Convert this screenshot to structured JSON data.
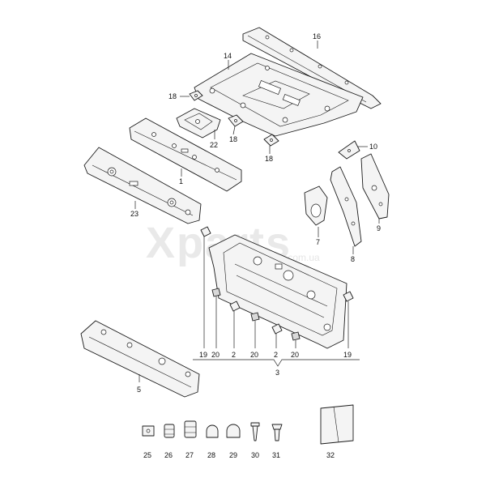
{
  "watermark": {
    "brand": "Xparts",
    "domain": ".com.ua"
  },
  "callouts": {
    "p16": "16",
    "p14": "14",
    "p18a": "18",
    "p22": "22",
    "p18b": "18",
    "p18c": "18",
    "p1": "1",
    "p23": "23",
    "p10": "10",
    "p7": "7",
    "p8": "8",
    "p9": "9",
    "p19a": "19",
    "p20a": "20",
    "p2a": "2",
    "p20b": "20",
    "p2b": "2",
    "p20c": "20",
    "p19b": "19",
    "p3": "3",
    "p5": "5",
    "p25": "25",
    "p26": "26",
    "p27": "27",
    "p28": "28",
    "p29": "29",
    "p30": "30",
    "p31": "31",
    "p32": "32"
  }
}
